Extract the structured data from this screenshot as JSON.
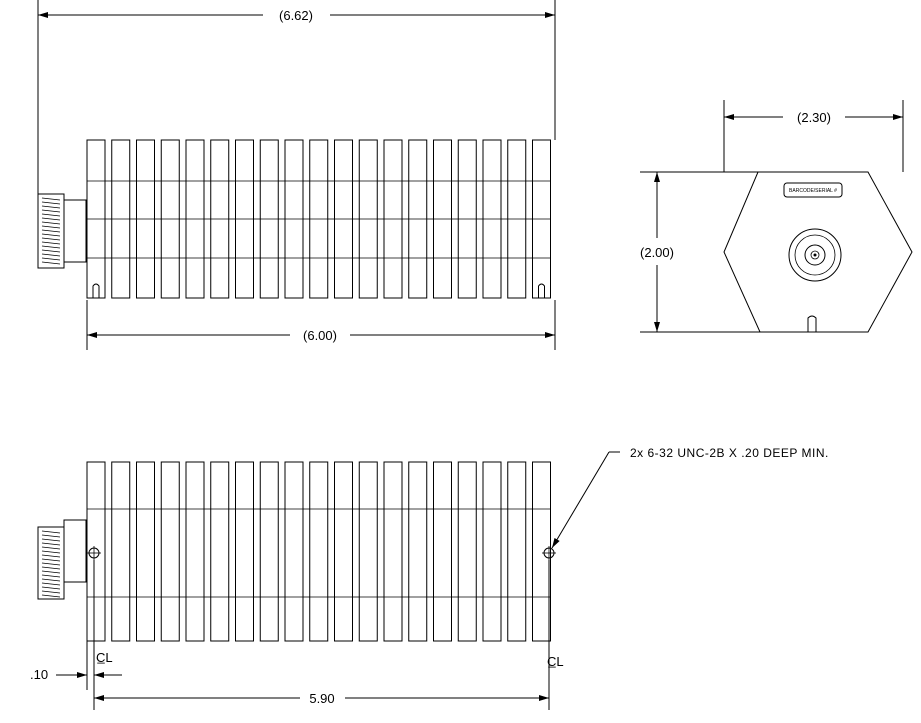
{
  "drawing": {
    "top_view": {
      "overall_length_dim": "(6.62)",
      "body_length_dim": "(6.00)",
      "fin_count": 19
    },
    "end_view": {
      "width_dim": "(2.30)",
      "height_dim": "(2.00)",
      "label_plate_text": "BARCODE/SERIAL #"
    },
    "side_view": {
      "hole_note": "2x 6-32 UNC-2B X .20 DEEP MIN.",
      "offset_dim": ".10",
      "hole_spacing_dim": "5.90",
      "centerline_symbol_left": "C̲L",
      "centerline_symbol_right": "C̲L"
    }
  }
}
